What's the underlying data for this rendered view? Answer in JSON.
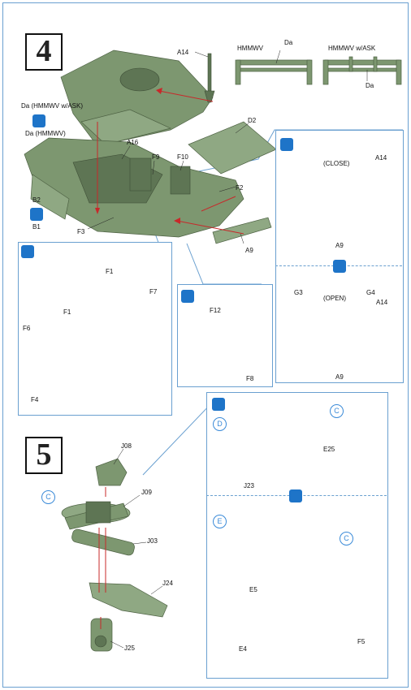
{
  "page": {
    "border_color": "#6aa0d0",
    "part_color": "#7d9770",
    "arrow_color": "#c8282a",
    "glue_color": "#1e74c8"
  },
  "step4": {
    "number": "4",
    "parts": {
      "a14_top": "A14",
      "da_ask": "Da (HMMWV w/ASK)",
      "da_hmmwv": "Da (HMMWV)",
      "a16": "A16",
      "f9": "F9",
      "f10": "F10",
      "d2": "D2",
      "b2": "B2",
      "b1": "B1",
      "f2": "F2",
      "f3": "F3",
      "a9": "A9"
    },
    "racks": {
      "left_title": "HMMWV",
      "left_part": "Da",
      "right_title": "HMMWV w/ASK",
      "right_part": "Da"
    },
    "close_panel": {
      "close_label": "(CLOSE)",
      "a14": "A14",
      "a9": "A9"
    },
    "open_panel": {
      "open_label": "(OPEN)",
      "g3": "G3",
      "g4": "G4",
      "a14": "A14",
      "a9": "A9"
    },
    "launcher_panel": {
      "f1a": "F1",
      "f1b": "F1",
      "f6": "F6",
      "f7": "F7",
      "f4": "F4"
    },
    "small_panel": {
      "f12": "F12",
      "f8": "F8"
    }
  },
  "step5": {
    "number": "5",
    "parts": {
      "j08": "J08",
      "c_label": "C",
      "j09": "J09",
      "j03": "J03",
      "j24": "J24",
      "j25": "J25"
    },
    "panel_d": {
      "letter": "D",
      "c_label": "C",
      "e25": "E25",
      "j23": "J23"
    },
    "panel_e": {
      "letter": "E",
      "c_label": "C",
      "e5": "E5",
      "e4": "E4",
      "f5": "F5"
    }
  }
}
